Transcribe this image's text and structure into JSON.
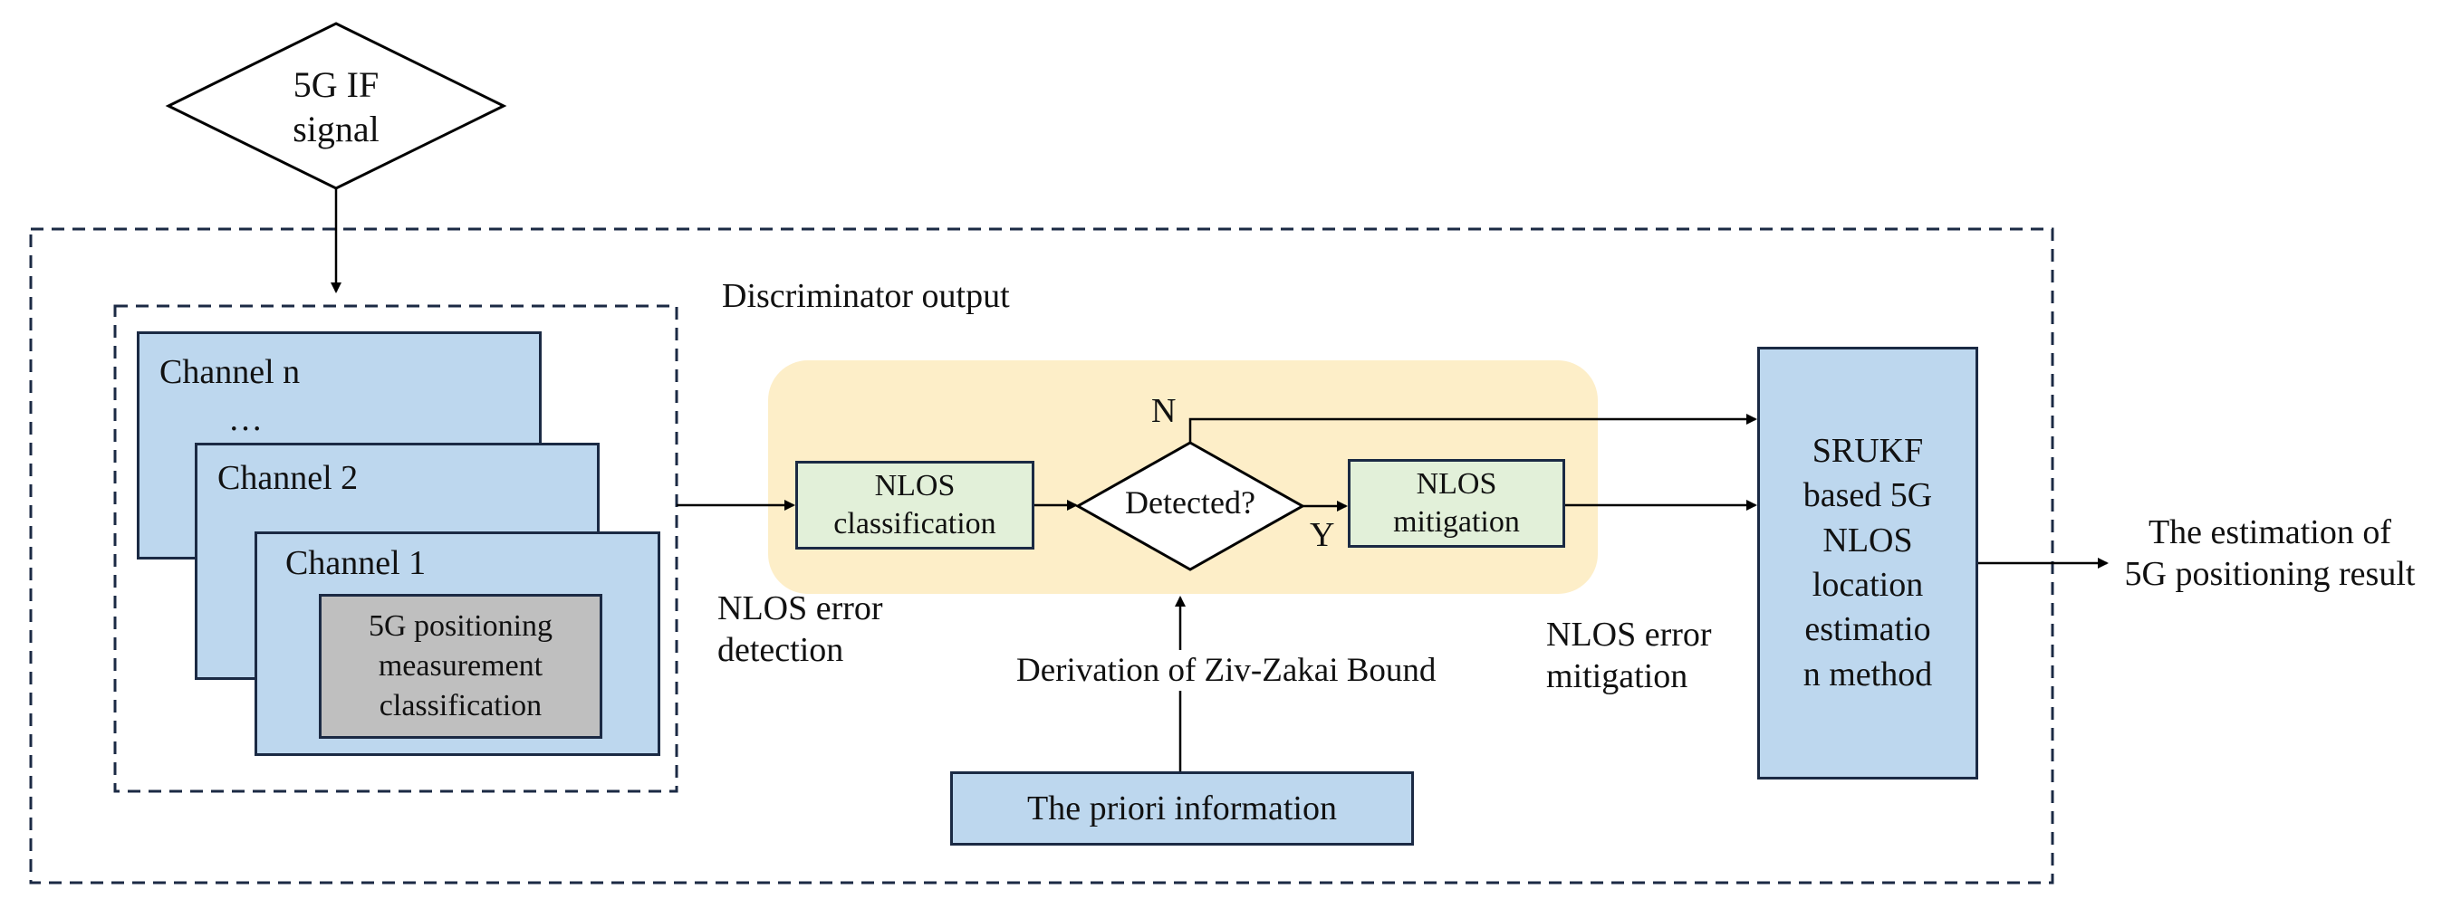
{
  "input_signal": {
    "line1": "5G IF",
    "line2": "signal"
  },
  "discriminator_label": "Discriminator output",
  "channels": [
    {
      "label": "Channel n",
      "ellipsis": "…"
    },
    {
      "label": "Channel 2"
    },
    {
      "label": "Channel 1"
    }
  ],
  "measurement_box": {
    "line1": "5G positioning",
    "line2": "measurement",
    "line3": "classification"
  },
  "nlos_classification": {
    "line1": "NLOS",
    "line2": "classification"
  },
  "detected_decision": "Detected?",
  "decision_no": "N",
  "decision_yes": "Y",
  "nlos_mitigation": {
    "line1": "NLOS",
    "line2": "mitigation"
  },
  "nlos_error_detection": {
    "line1": "NLOS error",
    "line2": "detection"
  },
  "ziv_zakai_label": "Derivation of Ziv-Zakai Bound",
  "priori_information": "The priori information",
  "nlos_error_mitigation": {
    "line1": "NLOS error",
    "line2": "mitigation"
  },
  "srukf_box": {
    "line1": "SRUKF",
    "line2": "based 5G",
    "line3": "NLOS",
    "line4": "location",
    "line5": "estimatio",
    "line6": "n method"
  },
  "output_result": {
    "line1": "The estimation of",
    "line2": "5G positioning result"
  },
  "colors": {
    "box_blue": "#bdd7ee",
    "box_green": "#e2f0d9",
    "box_gray": "#bfbfbf",
    "highlight": "#fdeec8",
    "border": "#1b2a44"
  }
}
